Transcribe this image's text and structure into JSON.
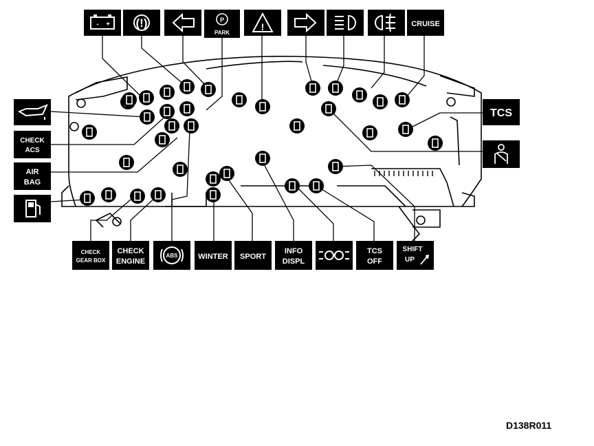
{
  "figure_code": "D138R011",
  "top_icons": [
    {
      "name": "battery-icon"
    },
    {
      "name": "brake-warning-icon",
      "text": "(!)"
    },
    {
      "name": "left-turn-icon"
    },
    {
      "name": "park-brake-icon",
      "text": "PARK"
    },
    {
      "name": "hazard-icon",
      "text": "!"
    },
    {
      "name": "right-turn-icon"
    },
    {
      "name": "high-beam-icon"
    },
    {
      "name": "fog-light-icon"
    },
    {
      "name": "cruise-label",
      "text": "CRUISE"
    }
  ],
  "left_icons": [
    {
      "name": "oil-pressure-icon"
    },
    {
      "name": "check-acs-label",
      "lines": [
        "CHECK",
        "ACS"
      ]
    },
    {
      "name": "air-bag-label",
      "lines": [
        "AIR",
        "BAG"
      ]
    },
    {
      "name": "fuel-icon"
    }
  ],
  "right_icons": [
    {
      "name": "tcs-label",
      "text": "TCS"
    },
    {
      "name": "seatbelt-icon"
    }
  ],
  "bottom_icons": [
    {
      "name": "check-gearbox-label",
      "lines": [
        "CHECK",
        "GEAR BOX"
      ]
    },
    {
      "name": "check-engine-label",
      "lines": [
        "CHECK",
        "ENGINE"
      ]
    },
    {
      "name": "abs-icon",
      "text": "ABS"
    },
    {
      "name": "winter-label",
      "text": "WINTER"
    },
    {
      "name": "sport-label",
      "text": "SPORT"
    },
    {
      "name": "info-displ-label",
      "lines": [
        "INFO",
        "DISPL"
      ]
    },
    {
      "name": "parking-light-icon"
    },
    {
      "name": "tcs-off-label",
      "lines": [
        "TCS",
        "OFF"
      ]
    },
    {
      "name": "shift-up-label",
      "lines": [
        "SHIFT",
        "UP"
      ]
    }
  ]
}
